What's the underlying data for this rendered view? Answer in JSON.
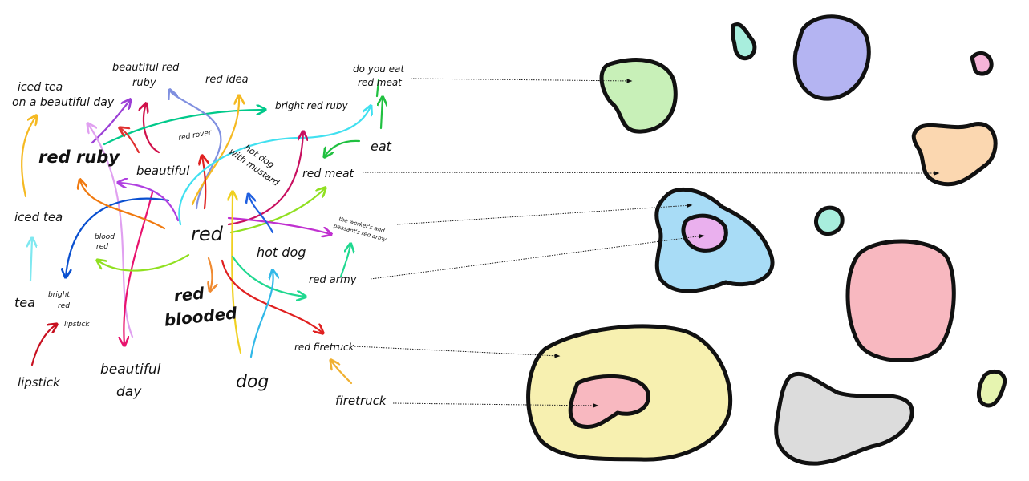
{
  "words": {
    "iced_tea_day_1": "iced tea",
    "iced_tea_day_2": "on a beautiful day",
    "beautiful_red_ruby_1": "beautiful red",
    "beautiful_red_ruby_2": "ruby",
    "red_idea": "red idea",
    "do_you_eat_1": "do you eat",
    "do_you_eat_2": "red meat",
    "bright_red_ruby": "bright red ruby",
    "red_ruby": "red ruby",
    "red_rover": "red rover",
    "beautiful": "beautiful",
    "hot_dog_mustard_1": "hot dog",
    "hot_dog_mustard_2": "with mustard",
    "eat": "eat",
    "red_meat": "red meat",
    "iced_tea": "iced tea",
    "red": "red",
    "blood_red_1": "blood",
    "blood_red_2": "red",
    "red_army_long_1": "the worker's and",
    "red_army_long_2": "peasant's red army",
    "hot_dog": "hot dog",
    "red_army": "red army",
    "tea": "tea",
    "lipstick_1": "bright",
    "lipstick_2": "red",
    "lipstick_3": "lipstick",
    "red_blooded_1": "red",
    "red_blooded_2": "blooded",
    "red_firetruck": "red firetruck",
    "lipstick": "lipstick",
    "beautiful_day_1": "beautiful",
    "beautiful_day_2": "day",
    "dog": "dog",
    "firetruck": "firetruck"
  },
  "colors": {
    "blob_green": "#c8f0b8",
    "blob_teal": "#a8eedd",
    "blob_purple": "#b4b4f2",
    "blob_pink": "#f6b4d8",
    "blob_peach": "#fbd7b0",
    "blob_blue": "#a8dcf6",
    "blob_inner_pink": "#eab0ee",
    "blob_salmon": "#f8b8c0",
    "blob_yellow": "#f7f0b0",
    "blob_gray": "#dcdcdc",
    "blob_lime": "#e6f4b0"
  }
}
